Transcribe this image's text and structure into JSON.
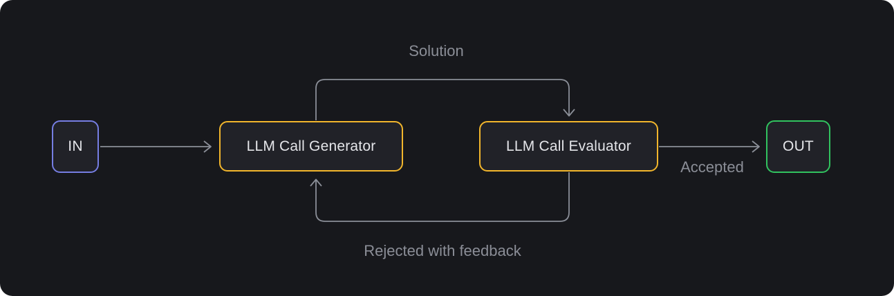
{
  "diagram": {
    "type": "flowchart",
    "nodes": {
      "in": {
        "label": "IN",
        "border_color": "#767ee3"
      },
      "generator": {
        "label": "LLM Call Generator",
        "border_color": "#f2b62c"
      },
      "evaluator": {
        "label": "LLM Call Evaluator",
        "border_color": "#f2b62c"
      },
      "out": {
        "label": "OUT",
        "border_color": "#31c35f"
      }
    },
    "edges": {
      "in_to_generator": {
        "label": ""
      },
      "generator_to_evaluator": {
        "label": "Solution"
      },
      "evaluator_to_generator": {
        "label": "Rejected with feedback"
      },
      "evaluator_to_out": {
        "label": "Accepted"
      }
    },
    "colors": {
      "background": "#17181c",
      "node_fill": "#212228",
      "node_text": "#e4e5e9",
      "arrow": "#8b8f98",
      "edge_label_text": "#8b8e97"
    }
  }
}
